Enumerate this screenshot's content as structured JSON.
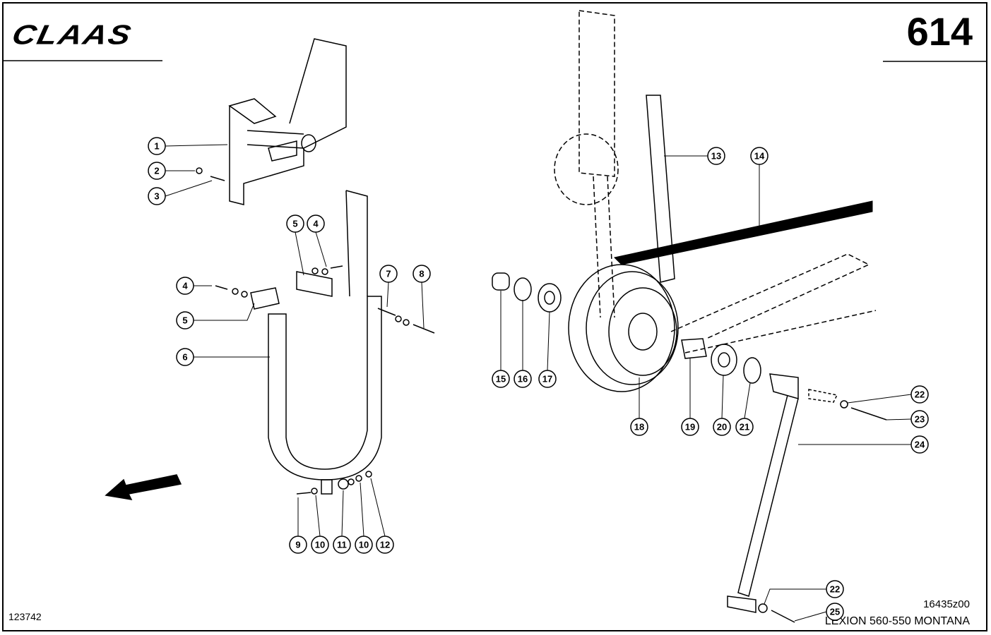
{
  "header": {
    "brand": "CLAAS",
    "page_number": "614"
  },
  "footer": {
    "drawing_number": "123742",
    "reference_code": "16435z00",
    "model": "LEXION 560-550 MONTANA"
  },
  "callouts": [
    "1",
    "2",
    "3",
    "5",
    "4",
    "4",
    "5",
    "6",
    "7",
    "8",
    "9",
    "10",
    "11",
    "10",
    "12",
    "13",
    "14",
    "15",
    "16",
    "17",
    "18",
    "19",
    "20",
    "21",
    "22",
    "23",
    "24",
    "22",
    "25"
  ]
}
